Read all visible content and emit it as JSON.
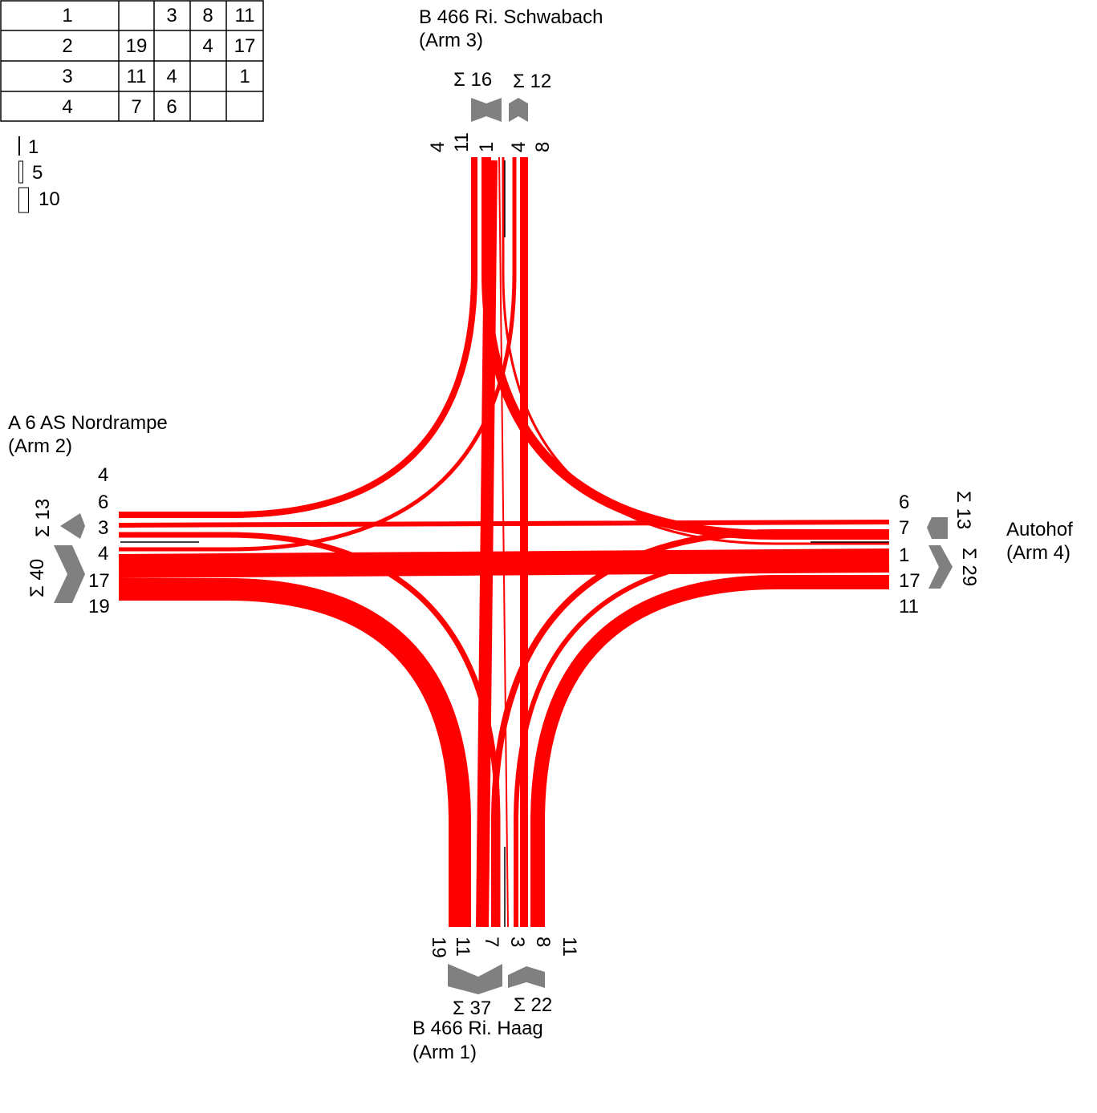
{
  "matrix": {
    "rows": [
      [
        "1",
        "",
        "3",
        "8",
        "11"
      ],
      [
        "2",
        "19",
        "",
        "4",
        "17"
      ],
      [
        "3",
        "11",
        "4",
        "",
        "1"
      ],
      [
        "4",
        "7",
        "6",
        "",
        ""
      ]
    ]
  },
  "legend": [
    "1",
    "5",
    "10"
  ],
  "arms": {
    "north": {
      "name": "B 466 Ri. Schwabach",
      "arm": "(Arm 3)",
      "sum_in": "Σ 16",
      "sum_out": "Σ 12",
      "lane_labels": [
        "4",
        "11",
        "1",
        "4",
        "8"
      ]
    },
    "west": {
      "name": "A 6 AS Nordrampe",
      "arm": "(Arm 2)",
      "sum_out": "Σ 13",
      "sum_in": "Σ 40",
      "lane_labels": [
        "4",
        "6",
        "3",
        "4",
        "17",
        "19"
      ]
    },
    "east": {
      "name": "Autohof",
      "arm": "(Arm 4)",
      "sum_out": "Σ 13",
      "sum_in": "Σ 29",
      "lane_labels": [
        "6",
        "7",
        "1",
        "17",
        "11"
      ]
    },
    "south": {
      "name": "B 466 Ri. Haag",
      "arm": "(Arm 1)",
      "sum_in": "Σ 37",
      "sum_out": "Σ 22",
      "lane_labels": [
        "19",
        "11",
        "7",
        "3",
        "8",
        "11"
      ]
    }
  },
  "colors": {
    "flow": "#ff0000",
    "arrow": "#808080",
    "text": "#000000"
  }
}
